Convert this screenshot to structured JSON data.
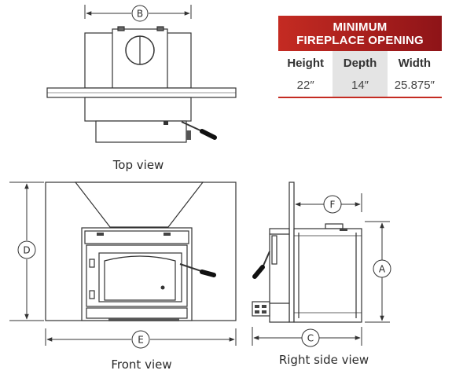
{
  "views": {
    "top": "Top view",
    "front": "Front view",
    "side": "Right side view"
  },
  "dimensions": [
    "A",
    "B",
    "C",
    "D",
    "E",
    "F"
  ],
  "spec_table": {
    "title_line1": "MINIMUM",
    "title_line2": "FIREPLACE OPENING",
    "headers": [
      "Height",
      "Depth",
      "Width"
    ],
    "values": [
      "22″",
      "14″",
      "25.875″"
    ],
    "accent_color": "#c42b22"
  }
}
